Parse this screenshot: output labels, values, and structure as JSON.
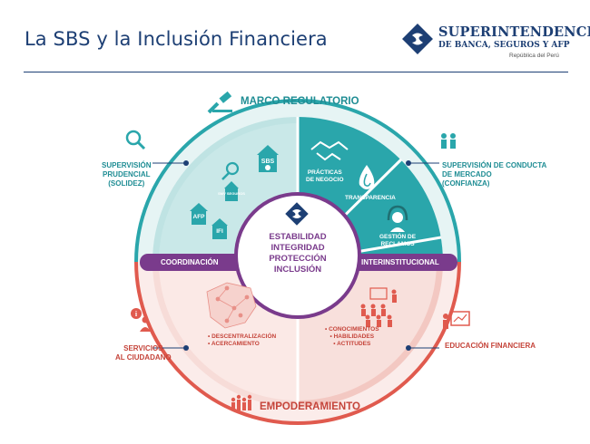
{
  "title": "La SBS y la Inclusión Financiera",
  "brand": {
    "name": "SUPERINTENDENCIA",
    "subtitle": "DE BANCA, SEGUROS Y AFP",
    "country": "República del Perú"
  },
  "top_label": "MARCO REGULATORIO",
  "bottom_label": "EMPODERAMIENTO",
  "left_band_label": "COORDINACIÓN",
  "right_band_label": "INTERINSTITUCIONAL",
  "center": {
    "lines": [
      "ESTABILIDAD",
      "INTEGRIDAD",
      "PROTECCIÓN",
      "INCLUSIÓN"
    ]
  },
  "outer_left_top": {
    "line1": "SUPERVISIÓN",
    "line2": "PRUDENCIAL",
    "line3": "(SOLIDEZ)"
  },
  "outer_right_top": {
    "line1": "SUPERVISIÓN DE CONDUCTA",
    "line2": "DE MERCADO",
    "line3": "(CONFIANZA)"
  },
  "outer_left_bottom": {
    "line1": "SERVICIOS",
    "line2": "AL CIUDADANO"
  },
  "outer_right_bottom": {
    "line1": "EDUCACIÓN FINANCIERA"
  },
  "segments": {
    "practicas": {
      "line1": "PRÁCTICAS",
      "line2": "DE NEGOCIO"
    },
    "transparencia": "TRANSPARENCIA",
    "gestion": {
      "line1": "GESTIÓN DE",
      "line2": "RECLAMOS"
    },
    "descentralizacion": {
      "line1": "• DESCENTRALIZACIÓN",
      "line2": "• ACERCAMIENTO"
    },
    "conocimientos": {
      "line1": "• CONOCIMIENTOS",
      "line2": "• HABILIDADES",
      "line3": "• ACTITUDES"
    }
  },
  "houses": {
    "sbs": "SBS",
    "smv": "SMV SEGUROS",
    "afp": "AFP",
    "ifi": "IFI"
  },
  "colors": {
    "teal": "#2aa6ab",
    "teal_light": "#d3ecec",
    "red": "#e05a4e",
    "red_light": "#f8e0dc",
    "purple": "#7a3b8c",
    "navy": "#1d3f74"
  },
  "icons": [
    "gavel-icon",
    "magnifier-icon",
    "people-meeting-icon",
    "info-person-icon",
    "presenter-board-icon",
    "crowd-icon",
    "handshake-icon",
    "drop-icon",
    "headset-icon",
    "map-network-icon",
    "classroom-icon"
  ]
}
